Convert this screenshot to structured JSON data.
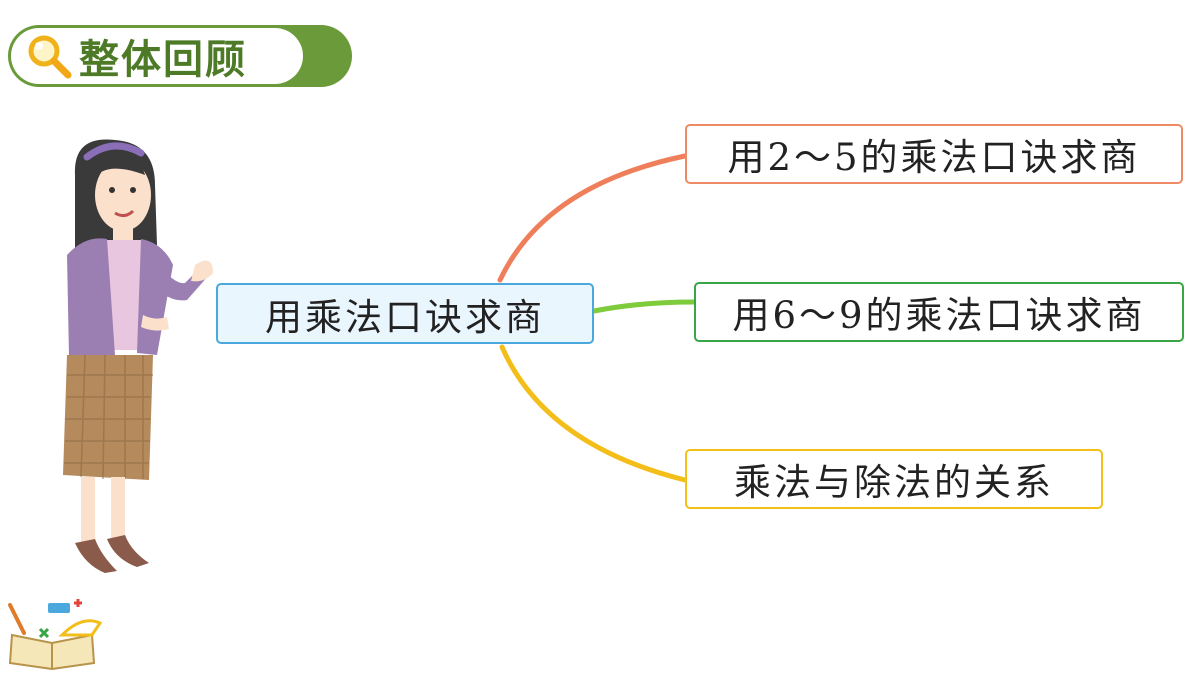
{
  "header": {
    "title": "整体回顾",
    "icon": "magnifier-icon",
    "accent": "#6a9a3a"
  },
  "mindmap": {
    "center": "用乘法口诀求商",
    "branches": [
      {
        "label": "用2～5的乘法口诀求商",
        "color": "#ef7f5a"
      },
      {
        "label": "用6～9的乘法口诀求商",
        "color": "#7ecb3c"
      },
      {
        "label": "乘法与除法的关系",
        "color": "#f3be1a"
      }
    ]
  }
}
